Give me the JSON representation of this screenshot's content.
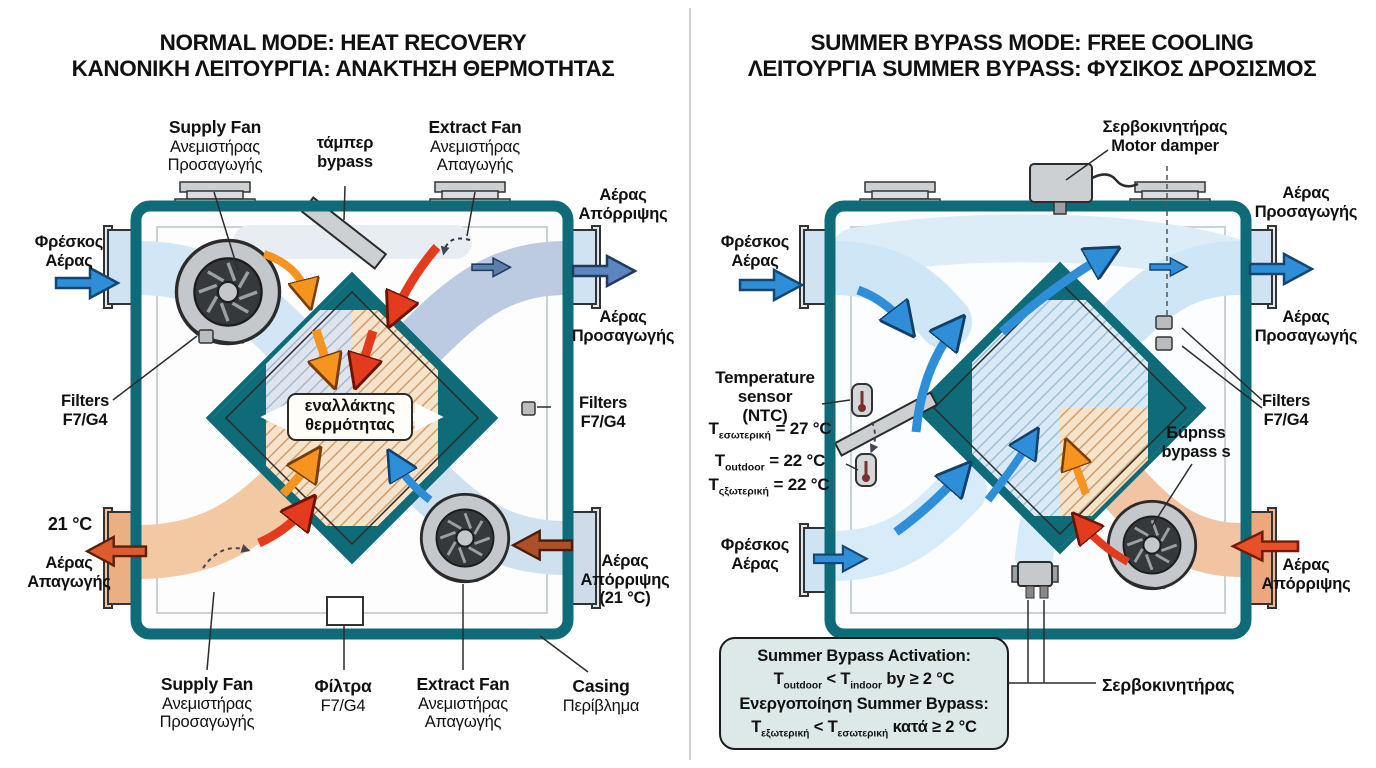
{
  "panels": {
    "left": {
      "title_en": "NORMAL MODE: HEAT RECOVERY",
      "title_el": "ΚΑΝΟΝΙΚΗ ΛΕΙΤΟΥΡΓΙΑ: ΑΝΑΚΤΗΣΗ ΘΕΡΜΟΤΗΤΑΣ",
      "labels": {
        "supply_fan_top": {
          "en": "Supply Fan",
          "el1": "Ανεμιστήρας",
          "el2": "Προσαγωγής"
        },
        "bypass_damper": {
          "l1": "τάμπερ",
          "l2": "bypass"
        },
        "extract_fan_top": {
          "en": "Extract Fan",
          "el1": "Ανεμιστήρας",
          "el2": "Απαγωγής"
        },
        "fresh_air": {
          "l1": "Φρέσκος",
          "l2": "Αέρας"
        },
        "exhaust_air_out": {
          "l1": "Αέρας",
          "l2": "Απόρριψης"
        },
        "supply_air_out": {
          "l1": "Αέρας",
          "l2": "Προσαγωγής"
        },
        "filters_left": {
          "l1": "Filters",
          "l2": "F7/G4"
        },
        "filters_right": {
          "l1": "Filters",
          "l2": "F7/G4"
        },
        "heat_exchanger": {
          "l1": "εναλλάκτης",
          "l2": "θερμότητας"
        },
        "temp_out": "21 °C",
        "extract_air": {
          "l1": "Αέρας",
          "l2": "Απαγωγής"
        },
        "exhaust_air_in": {
          "l1": "Αέρας",
          "l2": "Απόρριψης",
          "l3": "(21 °C)"
        },
        "supply_fan_bottom": {
          "en": "Supply Fan",
          "el1": "Ανεμιστήρας",
          "el2": "Προσαγωγής"
        },
        "filters_bottom": {
          "l1": "Φίλτρα",
          "l2": "F7/G4"
        },
        "extract_fan_bottom": {
          "en": "Extract Fan",
          "el1": "Ανεμιστήρας",
          "el2": "Απαγωγής"
        },
        "casing": {
          "l1": "Casing",
          "l2": "Περίβλημα"
        }
      }
    },
    "right": {
      "title_en": "SUMMER BYPASS MODE: FREE COOLING",
      "title_el": "ΛΕΙΤΟΥΡΓΙΑ SUMMER BYPASS: ΦΥΣΙΚΟΣ ΔΡΟΣΙΣΜΟΣ",
      "labels": {
        "motor_damper": {
          "l1": "Σερβοκινητήρας",
          "l2": "Motor damper"
        },
        "supply_air_top": {
          "l1": "Αέρας",
          "l2": "Προσαγωγής"
        },
        "fresh_air_top": {
          "l1": "Φρέσκος",
          "l2": "Αέρας"
        },
        "supply_air_mid": {
          "l1": "Αέρας",
          "l2": "Προσαγωγής"
        },
        "temp_sensor": {
          "l1": "Temperature",
          "l2": "sensor",
          "l3": "(NTC)"
        },
        "t_indoor": {
          "p1": "T",
          "s1": "εσωτερική",
          "p2": " = 27 °C"
        },
        "t_outdoor_en": {
          "p1": "T",
          "s1": "outdoor",
          "p2": " = 22 °C"
        },
        "t_outdoor_el": {
          "p1": "T",
          "s1": "ςξωτερική",
          "p2": " = 22 °C"
        },
        "filters": {
          "l1": "Filters",
          "l2": "F7/G4"
        },
        "bypass_tag": {
          "l1": "Ƃúpnss",
          "l2": "bypass s"
        },
        "fresh_air_bottom": {
          "l1": "Φρέσκος",
          "l2": "Αέρας"
        },
        "exhaust_air": {
          "l1": "Αέρας",
          "l2": "Απόρριψης"
        },
        "servo_bottom": "Σερβοκινητήρας",
        "activation": {
          "l1": "Summer Bypass Activation:",
          "l2": {
            "p1": "T",
            "s1": "outdoor",
            "p2": " < T",
            "s2": "indoor",
            "p3": " by ≥ 2 °C"
          },
          "l3": "Ενεργοποίηση Summer Bypass:",
          "l4": {
            "p1": "T",
            "s1": "εξωτερική",
            "p2": " < T",
            "s2": "εσωτερική",
            "p3": " κατά ≥ 2 °C"
          }
        }
      }
    }
  },
  "colors": {
    "casing_teal": "#0f6b77",
    "blue_arrow": "#2e8fd8",
    "slate_arrow": "#5d80b2",
    "orange_arrow": "#f5941f",
    "red_arrow": "#e23b1e",
    "brown_arrow": "#ad4f2a",
    "activation_box_bg": "#dde8e9"
  }
}
